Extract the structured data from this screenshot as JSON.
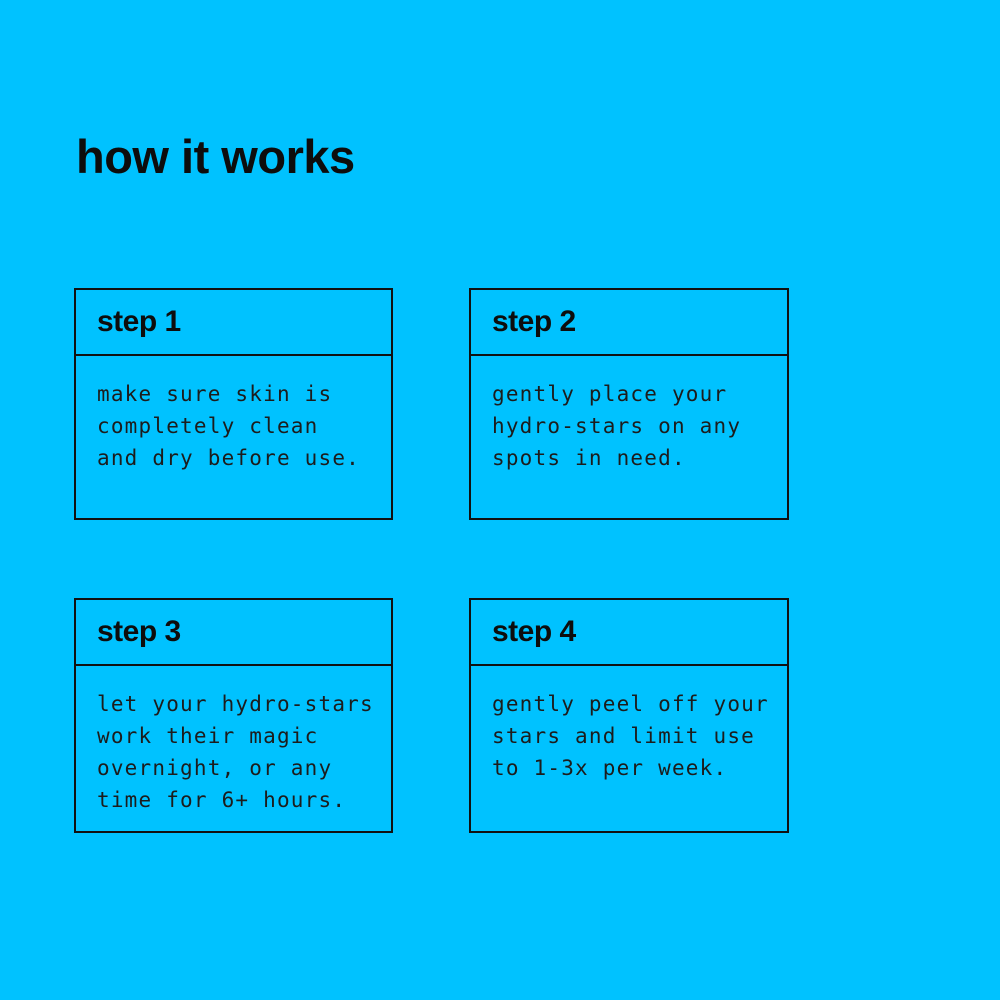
{
  "colors": {
    "background": "#00C2FF",
    "text": "#111111",
    "border": "#111111"
  },
  "title": "how it works",
  "steps": [
    {
      "label": "step 1",
      "description": "make sure skin is\ncompletely clean\nand dry before use."
    },
    {
      "label": "step 2",
      "description": "gently place your\nhydro-stars on any\nspots in need."
    },
    {
      "label": "step 3",
      "description": "let your hydro-stars\nwork their magic\novernight, or any\ntime for 6+ hours."
    },
    {
      "label": "step 4",
      "description": "gently peel off your\nstars and limit use\nto 1-3x per week."
    }
  ]
}
